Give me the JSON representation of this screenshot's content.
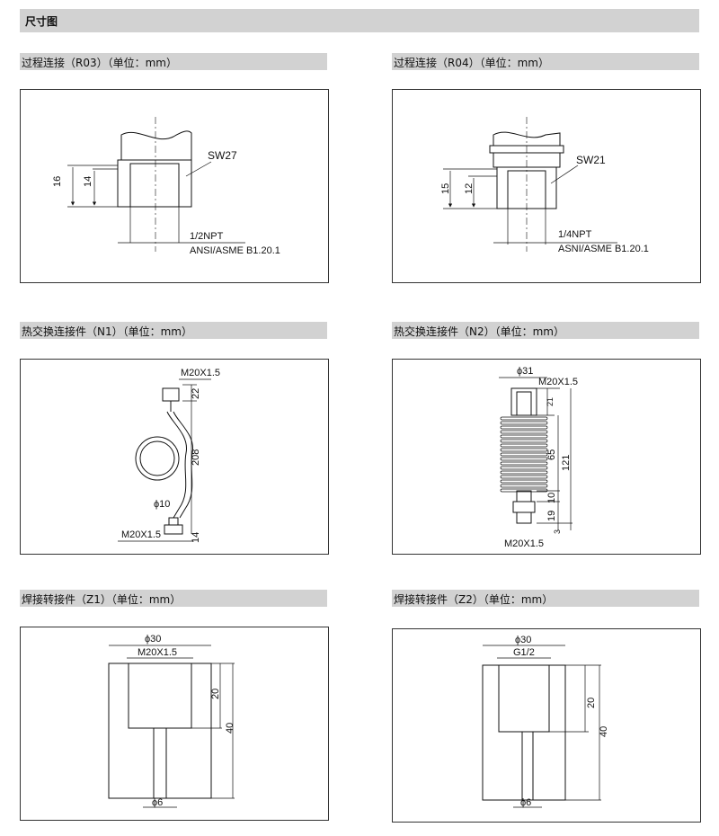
{
  "page": {
    "header": "尺寸图"
  },
  "sections": {
    "r03": {
      "title": "过程连接（R03）（单位：mm）",
      "dims": {
        "h_outer": "16",
        "h_inner": "14",
        "wrench": "SW27",
        "thread": "1/2NPT",
        "standard": "ANSI/ASME B1.20.1"
      }
    },
    "r04": {
      "title": "过程连接（R04）（单位：mm）",
      "dims": {
        "h_outer": "15",
        "h_inner": "12",
        "wrench": "SW21",
        "thread": "1/4NPT",
        "standard": "ASNI/ASME B1.20.1"
      }
    },
    "n1": {
      "title": "热交换连接件（N1）（单位：mm）",
      "dims": {
        "thread_top": "M20X1.5",
        "top_h": "22",
        "length": "208",
        "tube_d": "ϕ10",
        "thread_bottom": "M20X1.5",
        "bottom_h": "14"
      }
    },
    "n2": {
      "title": "热交换连接件（N2）（单位：mm）",
      "dims": {
        "diameter": "ϕ31",
        "thread_top": "M20X1.5",
        "top_h": "21",
        "fin_len": "65",
        "total": "121",
        "nut_h": "10",
        "stub_h": "19",
        "end_h": "3",
        "thread_bottom": "M20X1.5"
      }
    },
    "z1": {
      "title": "焊接转接件（Z1）（单位：mm）",
      "dims": {
        "diameter": "ϕ30",
        "thread": "M20X1.5",
        "depth": "20",
        "height": "40",
        "hole": "ϕ6"
      }
    },
    "z2": {
      "title": "焊接转接件（Z2）（单位：mm）",
      "dims": {
        "diameter": "ϕ30",
        "thread": "G1/2",
        "depth": "20",
        "height": "40",
        "hole": "ϕ6"
      }
    }
  }
}
